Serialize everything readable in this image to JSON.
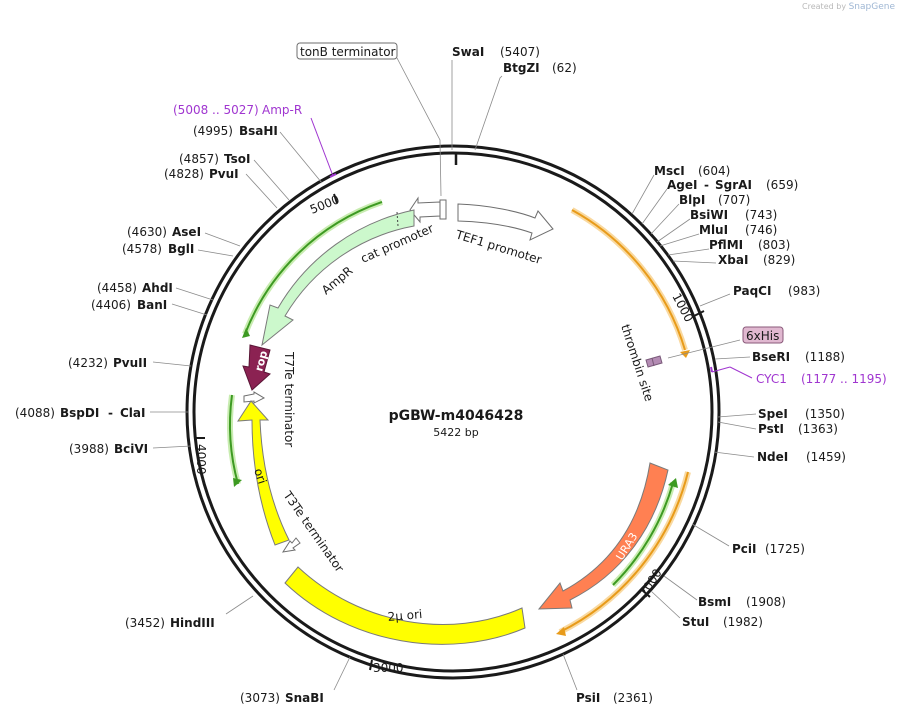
{
  "credit": {
    "created_by": "Created by",
    "brand": "SnapGene"
  },
  "plasmid": {
    "name": "pGBW-m4046428",
    "length_text": "5422 bp",
    "length": 5422
  },
  "ticks": [
    {
      "bp": 1000,
      "label": "1000"
    },
    {
      "bp": 2000,
      "label": "2000"
    },
    {
      "bp": 3000,
      "label": "3000"
    },
    {
      "bp": 4000,
      "label": "4000"
    },
    {
      "bp": 5000,
      "label": "5000"
    }
  ],
  "sites": [
    {
      "name": "SwaI",
      "pos": "(5407)",
      "bp": 5407
    },
    {
      "name": "BtgZI",
      "pos": "(62)",
      "bp": 62
    },
    {
      "name": "MscI",
      "pos": "(604)",
      "bp": 604
    },
    {
      "name": "AgeI",
      "name2": "SgrAI",
      "pos": "(659)",
      "bp": 659
    },
    {
      "name": "BlpI",
      "pos": "(707)",
      "bp": 707
    },
    {
      "name": "BsiWI",
      "pos": "(743)",
      "bp": 743
    },
    {
      "name": "MluI",
      "pos": "(746)",
      "bp": 746
    },
    {
      "name": "PflMI",
      "pos": "(803)",
      "bp": 803
    },
    {
      "name": "XbaI",
      "pos": "(829)",
      "bp": 829
    },
    {
      "name": "PaqCI",
      "pos": "(983)",
      "bp": 983
    },
    {
      "name": "BseRI",
      "pos": "(1188)",
      "bp": 1188
    },
    {
      "name": "SpeI",
      "pos": "(1350)",
      "bp": 1350
    },
    {
      "name": "PstI",
      "pos": "(1363)",
      "bp": 1363
    },
    {
      "name": "NdeI",
      "pos": "(1459)",
      "bp": 1459
    },
    {
      "name": "PciI",
      "pos": "(1725)",
      "bp": 1725
    },
    {
      "name": "BsmI",
      "pos": "(1908)",
      "bp": 1908
    },
    {
      "name": "StuI",
      "pos": "(1982)",
      "bp": 1982
    },
    {
      "name": "PsiI",
      "pos": "(2361)",
      "bp": 2361
    },
    {
      "name": "SnaBI",
      "pos": "(3073)",
      "bp": 3073
    },
    {
      "name": "HindIII",
      "pos": "(3452)",
      "bp": 3452
    },
    {
      "name": "BciVI",
      "pos": "(3988)",
      "bp": 3988
    },
    {
      "name": "BspDI",
      "name2": "ClaI",
      "pos": "(4088)",
      "bp": 4088
    },
    {
      "name": "PvuII",
      "pos": "(4232)",
      "bp": 4232
    },
    {
      "name": "BanI",
      "pos": "(4406)",
      "bp": 4406
    },
    {
      "name": "AhdI",
      "pos": "(4458)",
      "bp": 4458
    },
    {
      "name": "BglI",
      "pos": "(4578)",
      "bp": 4578
    },
    {
      "name": "AseI",
      "pos": "(4630)",
      "bp": 4630
    },
    {
      "name": "PvuI",
      "pos": "(4828)",
      "bp": 4828
    },
    {
      "name": "TsoI",
      "pos": "(4857)",
      "bp": 4857
    },
    {
      "name": "BsaHI",
      "pos": "(4995)",
      "bp": 4995
    }
  ],
  "features": [
    {
      "label": "TEF1 promoter",
      "type": "promoter",
      "fill": "#ffffff"
    },
    {
      "label": "cat promoter",
      "type": "promoter",
      "fill": "#ffffff"
    },
    {
      "label": "AmpR",
      "type": "cds",
      "fill": "#ccf8cc"
    },
    {
      "label": "rop",
      "type": "cds",
      "fill": "#8b2252"
    },
    {
      "label": "T7Te terminator",
      "type": "terminator",
      "fill": "#ffffff"
    },
    {
      "label": "ori",
      "type": "rep_origin",
      "fill": "#ffff00"
    },
    {
      "label": "T3Te terminator",
      "type": "terminator",
      "fill": "#ffffff"
    },
    {
      "label": "2μ ori",
      "type": "rep_origin",
      "fill": "#ffff00"
    },
    {
      "label": "URA3",
      "type": "cds",
      "fill": "#ff8052"
    },
    {
      "label": "thrombin site",
      "type": "site",
      "fill": "#b38bb3"
    },
    {
      "label": "6xHis",
      "type": "tag",
      "fill": "#e0b8d0"
    },
    {
      "label": "tonB terminator",
      "type": "terminator",
      "fill": "#ffffff"
    }
  ],
  "primers": [
    {
      "name": "Amp-R",
      "range": "(5008 .. 5027)"
    },
    {
      "name": "CYC1",
      "range": "(1177 .. 1195)"
    }
  ],
  "colors": {
    "backbone": "#1a1a1a",
    "primer": "#a036d0",
    "orf_orange": "#f5a623",
    "orf_green": "#4caf2f"
  }
}
